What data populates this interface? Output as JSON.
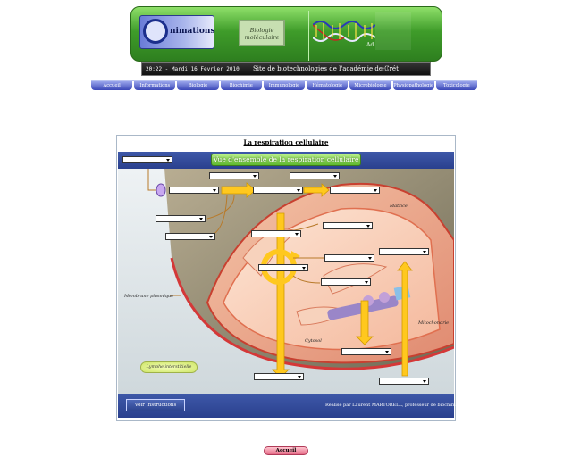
{
  "header": {
    "logo_text": "nimations",
    "biomol_label_1": "Biologie",
    "biomol_label_2": "moléculaire",
    "ad_label": "Ad"
  },
  "titlebar": {
    "datetime": "20:22 - Mardi 16 Fevrier 2010",
    "site_title": "Site de biotechnologies de l'académie de Crét",
    "site_title_tail": "eil"
  },
  "nav": {
    "items": [
      "Accueil",
      "Informations",
      "Biologie",
      "Biochimie",
      "Immunologie",
      "Hématologie",
      "Microbiologie",
      "Physiopathologie",
      "Toxicologie"
    ]
  },
  "panel": {
    "title": "La respiration cellulaire",
    "subtitle": "Vue d'ensemble de la respiration cellulaire",
    "labels": {
      "matrice": "Matrice",
      "membrane": "Membrane plasmique",
      "mitochondrie": "Mitochondrie",
      "cytosol": "Cytosol",
      "lymphe": "Lymphe interstitielle"
    },
    "instructions_button": "Voir Instructions",
    "credit": "Réalisé par Laurent MARTORELL, professeur de biochimie"
  },
  "footer": {
    "home_button": "Accueil"
  },
  "colors": {
    "banner_green": "#3f9c2a",
    "nav_blue": "#3b48b8",
    "panel_blue": "#2a408e",
    "arrow_yellow": "#ffc81e",
    "arrow_brown": "#b87a2a",
    "mito_red": "#d65a4a"
  }
}
